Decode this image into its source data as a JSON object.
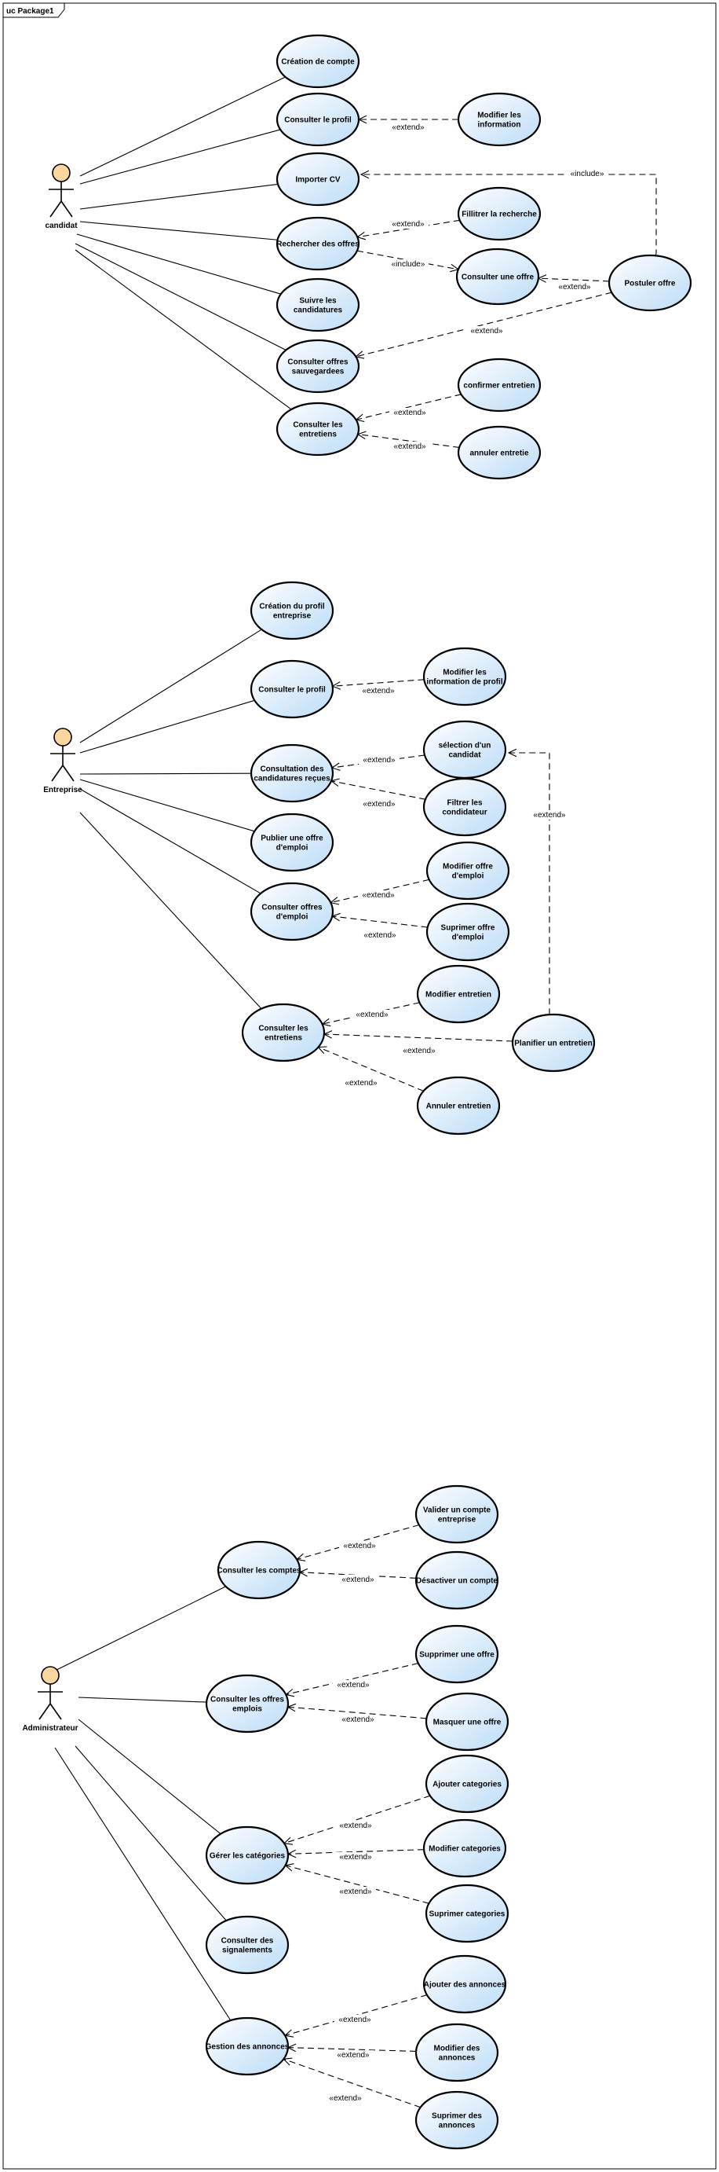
{
  "frame": {
    "title": "uc Package1"
  },
  "actors": [
    {
      "id": "candidat",
      "label": "candidat"
    },
    {
      "id": "entreprise",
      "label": "Entreprise"
    },
    {
      "id": "admin",
      "label": "Administrateur"
    }
  ],
  "usecases": [
    {
      "id": "c1",
      "lines": [
        "Création de compte"
      ]
    },
    {
      "id": "c2",
      "lines": [
        "Consulter le profil"
      ]
    },
    {
      "id": "c3",
      "lines": [
        "Modifier les",
        "information"
      ]
    },
    {
      "id": "c4",
      "lines": [
        "Importer CV"
      ]
    },
    {
      "id": "c5",
      "lines": [
        "Rechercher des offres"
      ]
    },
    {
      "id": "c6",
      "lines": [
        "Fillitrer la recherche"
      ]
    },
    {
      "id": "c7",
      "lines": [
        "Consulter une offre"
      ]
    },
    {
      "id": "c8",
      "lines": [
        "Postuler offre"
      ]
    },
    {
      "id": "c9",
      "lines": [
        "Suivre les",
        "candidatures"
      ]
    },
    {
      "id": "c10",
      "lines": [
        "Consulter offres",
        "sauvegardees"
      ]
    },
    {
      "id": "c11",
      "lines": [
        "Consulter les",
        "entretiens"
      ]
    },
    {
      "id": "c12",
      "lines": [
        "confirmer entretien"
      ]
    },
    {
      "id": "c13",
      "lines": [
        "annuler  entretie"
      ]
    },
    {
      "id": "e1",
      "lines": [
        "Création du profil",
        "entreprise"
      ]
    },
    {
      "id": "e2",
      "lines": [
        "Consulter le profil"
      ]
    },
    {
      "id": "e3",
      "lines": [
        "Modifier les",
        "information de profil"
      ]
    },
    {
      "id": "e4",
      "lines": [
        "Consultation des",
        "candidatures reçues"
      ]
    },
    {
      "id": "e5",
      "lines": [
        "sélection d'un",
        "candidat"
      ]
    },
    {
      "id": "e6",
      "lines": [
        "Filtrer les",
        "condidateur"
      ]
    },
    {
      "id": "e7",
      "lines": [
        "Publier une offre",
        "d'emploi"
      ]
    },
    {
      "id": "e8",
      "lines": [
        "Consulter offres",
        "d'emploi"
      ]
    },
    {
      "id": "e9",
      "lines": [
        "Modifier offre",
        "d'emploi"
      ]
    },
    {
      "id": "e10",
      "lines": [
        "Suprimer offre",
        "d'emploi"
      ]
    },
    {
      "id": "e11",
      "lines": [
        "Consulter les",
        "entretiens"
      ]
    },
    {
      "id": "e12",
      "lines": [
        "Modifier entretien"
      ]
    },
    {
      "id": "e13",
      "lines": [
        "Planifier un entretien"
      ]
    },
    {
      "id": "e14",
      "lines": [
        "Annuler entretien"
      ]
    },
    {
      "id": "a1",
      "lines": [
        "Consulter les comptes"
      ]
    },
    {
      "id": "a2",
      "lines": [
        "Valider un compte",
        "entreprise"
      ]
    },
    {
      "id": "a3",
      "lines": [
        "Désactiver un compte"
      ]
    },
    {
      "id": "a4",
      "lines": [
        "Consulter les offres",
        "emplois"
      ]
    },
    {
      "id": "a5",
      "lines": [
        "Supprimer  une offre"
      ]
    },
    {
      "id": "a6",
      "lines": [
        "Masquer une offre"
      ]
    },
    {
      "id": "a7",
      "lines": [
        "Gérer les catégories"
      ]
    },
    {
      "id": "a8",
      "lines": [
        "Ajouter categories"
      ]
    },
    {
      "id": "a9",
      "lines": [
        "Modifier categories"
      ]
    },
    {
      "id": "a10",
      "lines": [
        "Suprimer categories"
      ]
    },
    {
      "id": "a11",
      "lines": [
        "Consulter des",
        "signalements"
      ]
    },
    {
      "id": "a12",
      "lines": [
        "Gestion des annonces"
      ]
    },
    {
      "id": "a13",
      "lines": [
        "Ajouter des annonces"
      ]
    },
    {
      "id": "a14",
      "lines": [
        "Modifier des",
        "annonces"
      ]
    },
    {
      "id": "a15",
      "lines": [
        "Suprimer des",
        "annonces"
      ]
    }
  ],
  "associations": [
    [
      "candidat",
      "c1"
    ],
    [
      "candidat",
      "c2"
    ],
    [
      "candidat",
      "c4"
    ],
    [
      "candidat",
      "c5"
    ],
    [
      "candidat",
      "c9"
    ],
    [
      "candidat",
      "c10"
    ],
    [
      "candidat",
      "c11"
    ],
    [
      "entreprise",
      "e1"
    ],
    [
      "entreprise",
      "e2"
    ],
    [
      "entreprise",
      "e4"
    ],
    [
      "entreprise",
      "e7"
    ],
    [
      "entreprise",
      "e8"
    ],
    [
      "entreprise",
      "e11"
    ],
    [
      "admin",
      "a1"
    ],
    [
      "admin",
      "a4"
    ],
    [
      "admin",
      "a7"
    ],
    [
      "admin",
      "a11"
    ],
    [
      "admin",
      "a12"
    ]
  ],
  "dependencies": [
    {
      "from": "c3",
      "to": "c2",
      "label": "«extend»"
    },
    {
      "from": "c8",
      "to": "c4",
      "label": "«include»"
    },
    {
      "from": "c6",
      "to": "c5",
      "label": "«extend»"
    },
    {
      "from": "c5",
      "to": "c7",
      "label": "«include»"
    },
    {
      "from": "c8",
      "to": "c7",
      "label": "«extend»"
    },
    {
      "from": "c8",
      "to": "c10",
      "label": "«extend»"
    },
    {
      "from": "c12",
      "to": "c11",
      "label": "«extend»"
    },
    {
      "from": "c13",
      "to": "c11",
      "label": "«extend»"
    },
    {
      "from": "e3",
      "to": "e2",
      "label": "«extend»"
    },
    {
      "from": "e5",
      "to": "e4",
      "label": "«extend»"
    },
    {
      "from": "e6",
      "to": "e4",
      "label": "«extend»"
    },
    {
      "from": "e9",
      "to": "e8",
      "label": "«extend»"
    },
    {
      "from": "e10",
      "to": "e8",
      "label": "«extend»"
    },
    {
      "from": "e12",
      "to": "e11",
      "label": "«extend»"
    },
    {
      "from": "e13",
      "to": "e11",
      "label": "«extend»"
    },
    {
      "from": "e14",
      "to": "e11",
      "label": "«extend»"
    },
    {
      "from": "e13",
      "to": "e5",
      "label": "«extend»"
    },
    {
      "from": "a2",
      "to": "a1",
      "label": "«extend»"
    },
    {
      "from": "a3",
      "to": "a1",
      "label": "«extend»"
    },
    {
      "from": "a5",
      "to": "a4",
      "label": "«extend»"
    },
    {
      "from": "a6",
      "to": "a4",
      "label": "«extend»"
    },
    {
      "from": "a8",
      "to": "a7",
      "label": "«extend»"
    },
    {
      "from": "a9",
      "to": "a7",
      "label": "«extend»"
    },
    {
      "from": "a10",
      "to": "a7",
      "label": "«extend»"
    },
    {
      "from": "a13",
      "to": "a12",
      "label": "«extend»"
    },
    {
      "from": "a14",
      "to": "a12",
      "label": "«extend»"
    },
    {
      "from": "a15",
      "to": "a12",
      "label": "«extend»"
    }
  ]
}
